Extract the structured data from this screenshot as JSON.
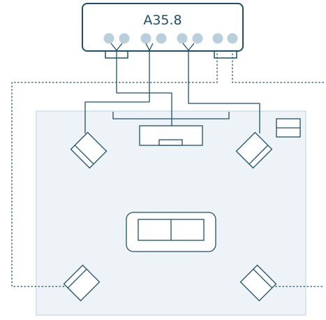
{
  "amplifier": {
    "model": "A35.8",
    "terminal_count": 8
  },
  "colors": {
    "line": "#1e4f66",
    "room_fill": "#edf3f7",
    "room_border": "#c5d8e3",
    "terminal": "#b9cfdb",
    "background": "#ffffff"
  },
  "room": {
    "items": [
      "tv",
      "tv-console",
      "subwoofer",
      "sofa",
      "front-left-speaker",
      "front-right-speaker",
      "rear-left-speaker",
      "rear-right-speaker"
    ]
  },
  "wiring": {
    "front": "solid",
    "rear": "dotted"
  }
}
